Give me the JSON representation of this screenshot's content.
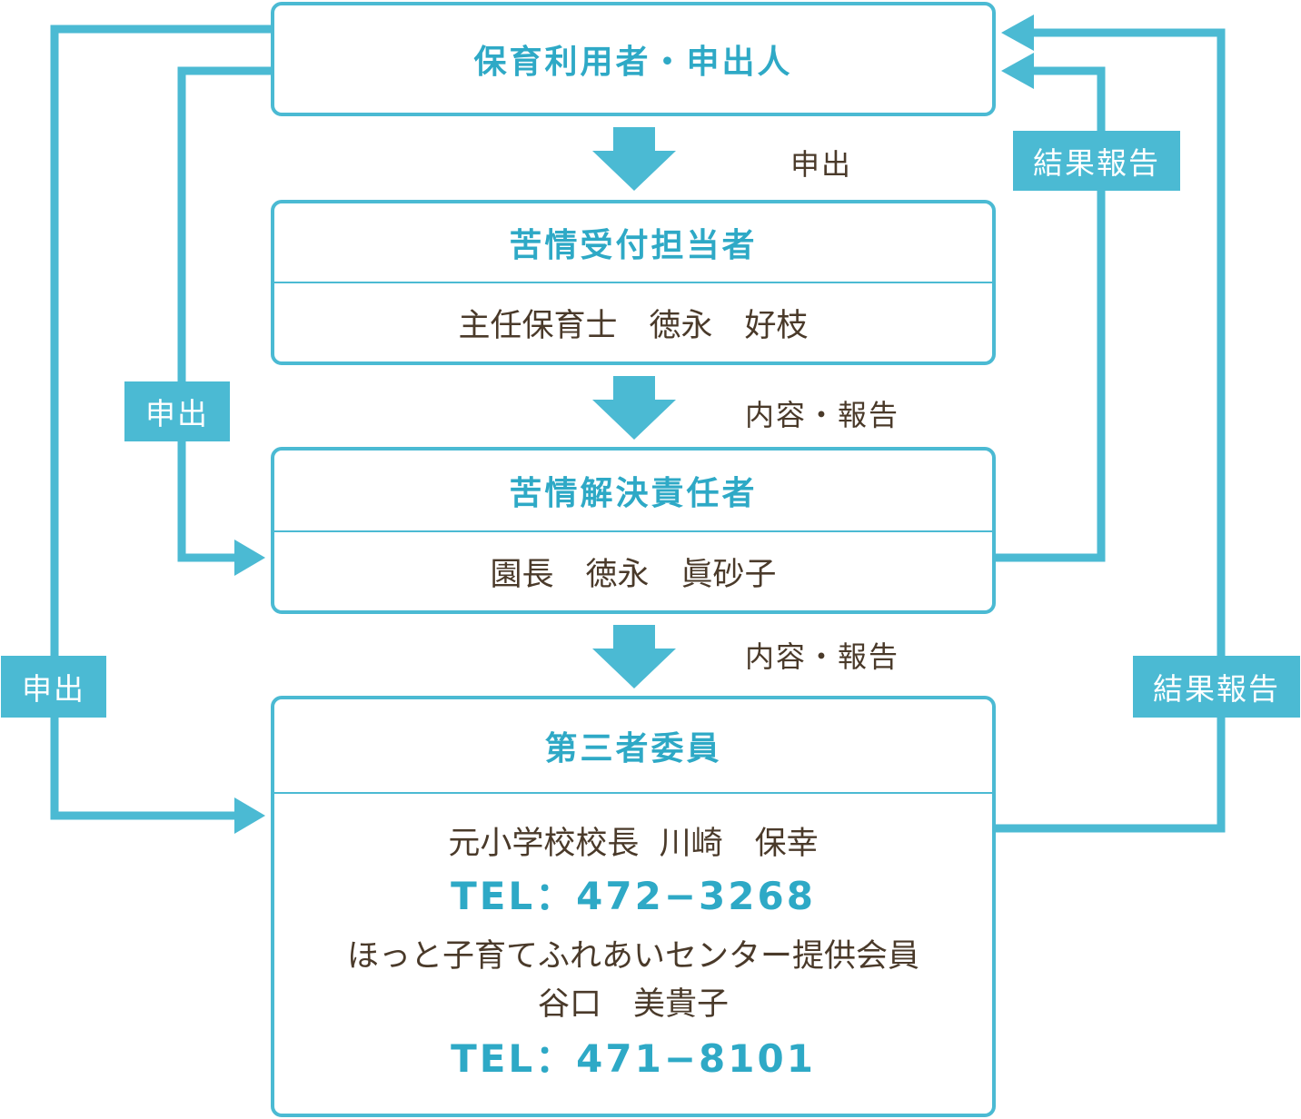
{
  "boxes": {
    "applicant": {
      "title": "保育利用者・申出人"
    },
    "receiver": {
      "title": "苦情受付担当者",
      "body": "主任保育士　徳永　好枝"
    },
    "resolver": {
      "title": "苦情解決責任者",
      "body": "園長　徳永　眞砂子"
    },
    "third_party": {
      "title": "第三者委員",
      "line1": "元小学校校長  川崎　保幸",
      "tel1": "TEL：472−3268",
      "line2": "ほっと子育てふれあいセンター提供会員",
      "line3": "谷口　美貴子",
      "tel2": "TEL：471−8101"
    }
  },
  "labels": {
    "submit_center": "申出",
    "report_1": "内容・報告",
    "report_2": "内容・報告",
    "tag_submit_inner": "申出",
    "tag_submit_outer": "申出",
    "tag_result_inner": "結果報告",
    "tag_result_outer": "結果報告"
  },
  "colors": {
    "accent": "#4bbad3",
    "title_text": "#2ea9c6",
    "body_text": "#4a3a2a"
  }
}
